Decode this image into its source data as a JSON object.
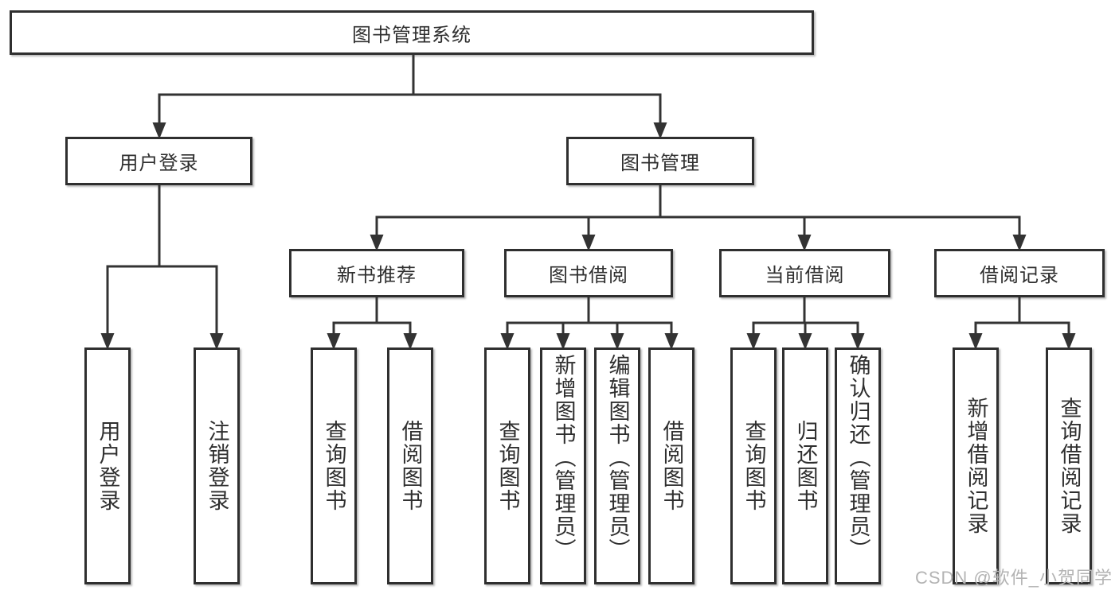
{
  "diagram": {
    "root": {
      "label": "图书管理系统"
    },
    "level2": {
      "user_login": {
        "label": "用户登录"
      },
      "book_mgmt": {
        "label": "图书管理"
      }
    },
    "level3": {
      "new_book": {
        "label": "新书推荐"
      },
      "book_borrow": {
        "label": "图书借阅"
      },
      "current_borrow": {
        "label": "当前借阅"
      },
      "borrow_record": {
        "label": "借阅记录"
      }
    },
    "leaves": {
      "user_login_1": "用户登录",
      "user_login_2": "注销登录",
      "new_book_1": "查询图书",
      "new_book_2": "借阅图书",
      "book_borrow_1": "查询图书",
      "book_borrow_2": "新增图书（管理员）",
      "book_borrow_3": "编辑图书（管理员）",
      "book_borrow_4": "借阅图书",
      "current_1": "查询图书",
      "current_2": "归还图书",
      "current_3": "确认归还（管理员）",
      "record_1": "新增借阅记录",
      "record_2": "查询借阅记录"
    }
  },
  "watermark": "CSDN @软件_小贺同学",
  "colors": {
    "line": "#333333",
    "text": "#2f2f2f",
    "box_background": "#ffffff",
    "watermark": "#b3b3b3"
  }
}
